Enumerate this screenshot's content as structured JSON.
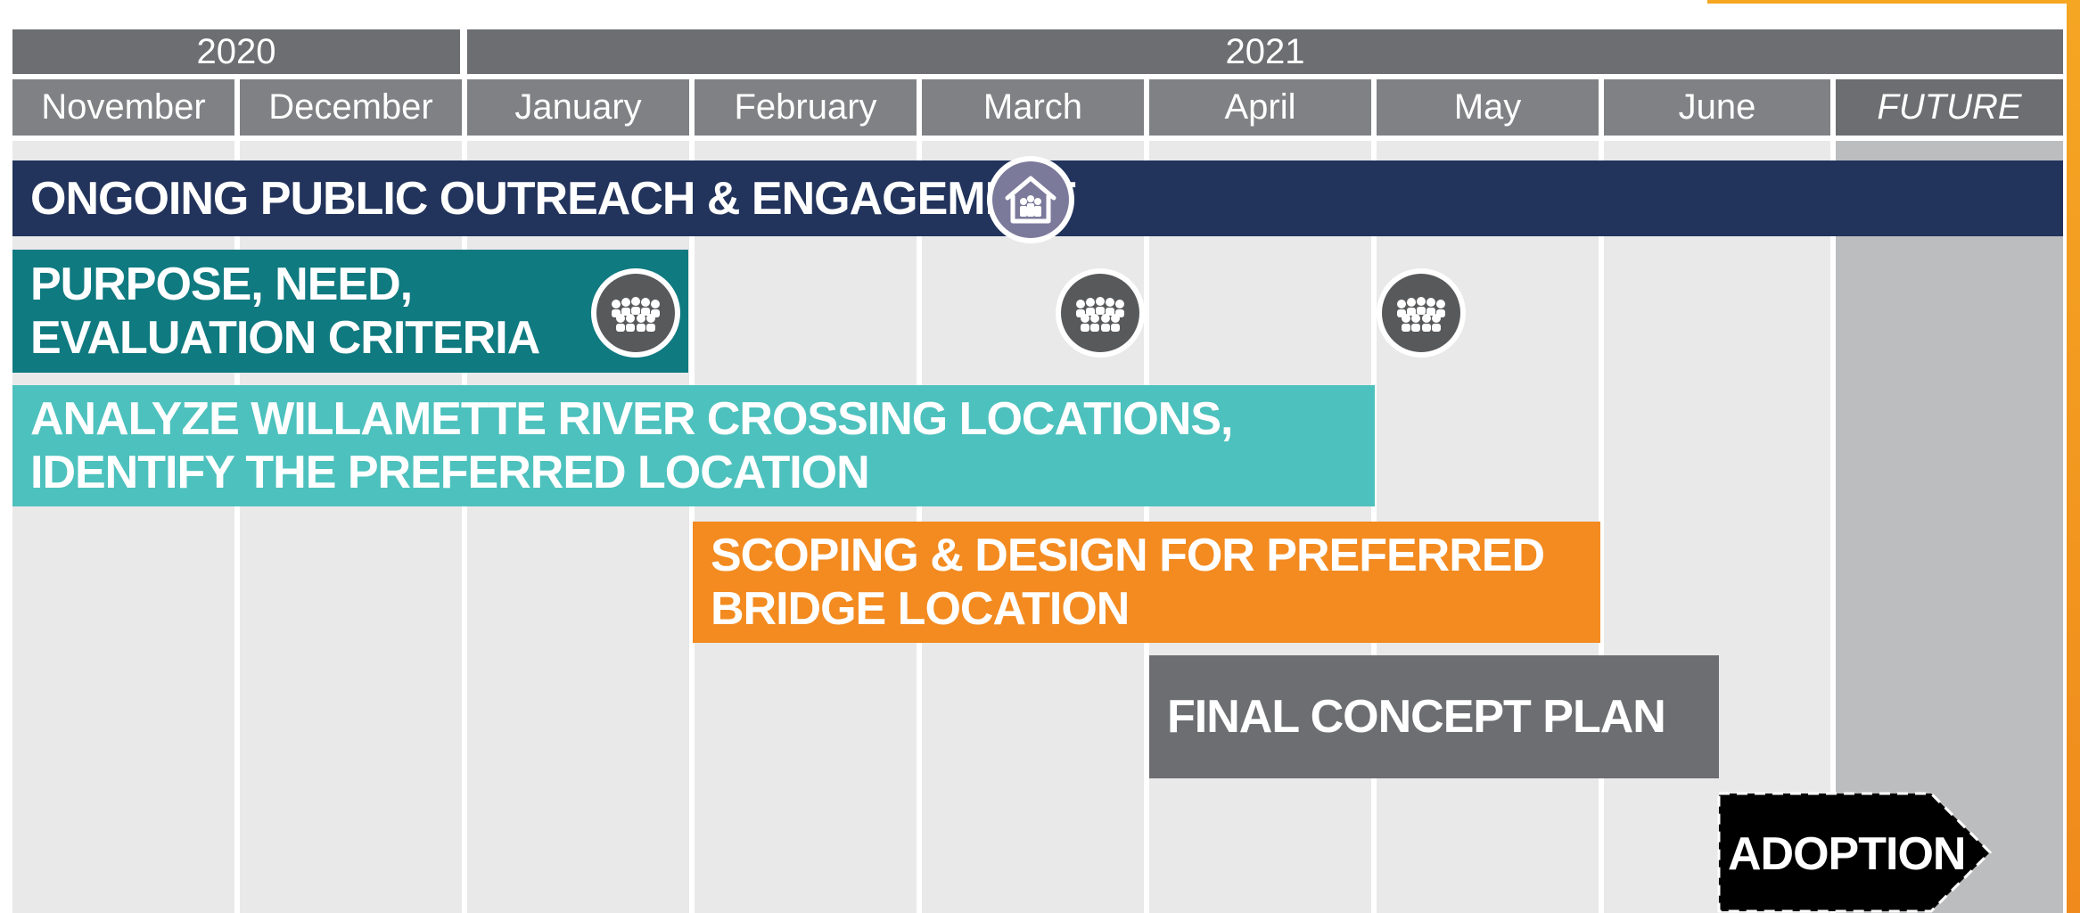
{
  "timeline": {
    "years": [
      {
        "label": "2020"
      },
      {
        "label": "2021"
      }
    ],
    "months": [
      {
        "label": "November"
      },
      {
        "label": "December"
      },
      {
        "label": "January"
      },
      {
        "label": "February"
      },
      {
        "label": "March"
      },
      {
        "label": "April"
      },
      {
        "label": "May"
      },
      {
        "label": "June"
      },
      {
        "label": "FUTURE"
      }
    ]
  },
  "tasks": {
    "outreach": {
      "line1": "ONGOING PUBLIC OUTREACH & ENGAGEMENT"
    },
    "purpose": {
      "line1": "PURPOSE, NEED,",
      "line2": "EVALUATION CRITERIA"
    },
    "analyze": {
      "line1": "ANALYZE WILLAMETTE RIVER CROSSING LOCATIONS,",
      "line2": "IDENTIFY THE PREFERRED LOCATION"
    },
    "scoping": {
      "line1": "SCOPING & DESIGN FOR PREFERRED",
      "line2": "BRIDGE LOCATION"
    },
    "final": {
      "line1": "FINAL CONCEPT PLAN"
    },
    "adoption": {
      "line1": "ADOPTION"
    }
  },
  "icons": {
    "home": "online-open-house-icon",
    "meeting": "public-meeting-icon"
  },
  "colors": {
    "outreach": "#22335c",
    "purpose": "#0f7a80",
    "analyze": "#4dc1bd",
    "scoping": "#f38b20",
    "final": "#6d6e71",
    "adoption": "#000000",
    "header": "#808184",
    "future": "#bcbdbe"
  }
}
